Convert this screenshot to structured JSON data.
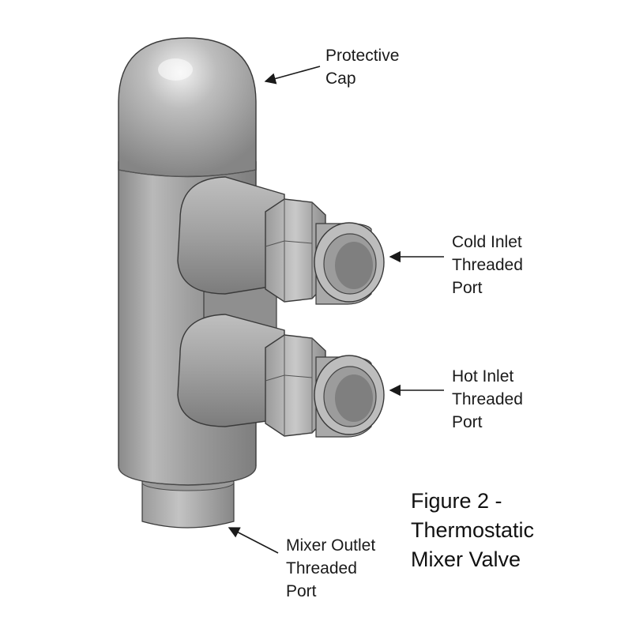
{
  "labels": {
    "protective_cap": [
      "Protective",
      "Cap"
    ],
    "cold_inlet": [
      "Cold Inlet",
      "Threaded",
      "Port"
    ],
    "hot_inlet": [
      "Hot Inlet",
      "Threaded",
      "Port"
    ],
    "mixer_outlet": [
      "Mixer Outlet",
      "Threaded",
      "Port"
    ]
  },
  "caption": [
    "Figure 2 -",
    "Thermostatic",
    "Mixer Valve"
  ],
  "colors": {
    "body_light": "#d4d4d4",
    "body_mid": "#a9a9a9",
    "body_dark": "#7a7a7a",
    "outline": "#3a3a3a",
    "text": "#1a1a1a"
  },
  "icons": [
    "arrow-icon"
  ]
}
